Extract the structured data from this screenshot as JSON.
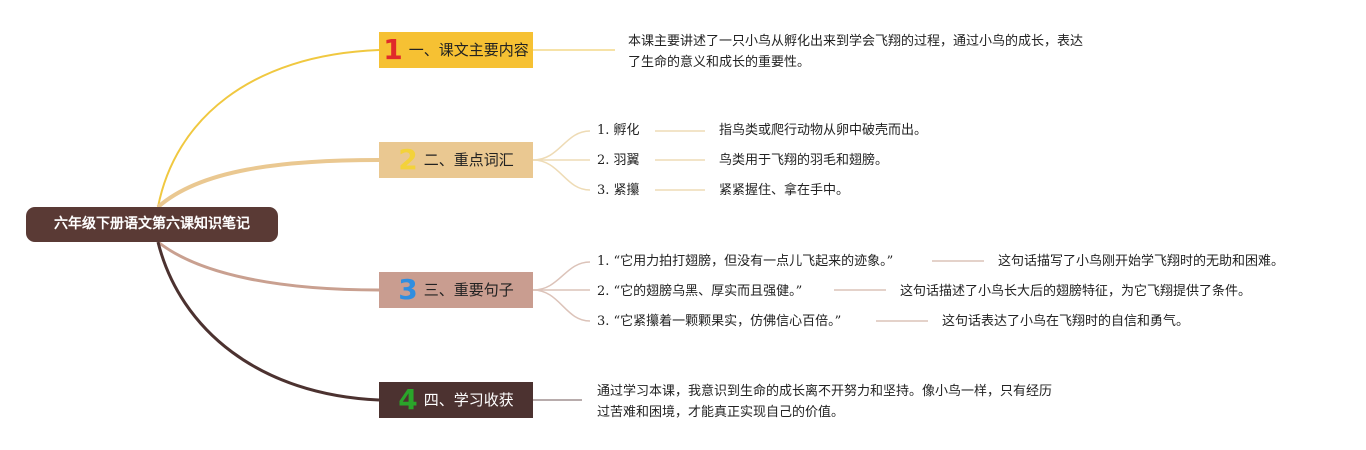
{
  "root": {
    "label": "六年级下册语文第六课知识笔记"
  },
  "branches": [
    {
      "num": "1",
      "label": "一、课文主要内容",
      "detail_line1": "本课主要讲述了一只小鸟从孵化出来到学会飞翔的过程，通过小鸟的成长，表达",
      "detail_line2": "了生命的意义和成长的重要性。"
    },
    {
      "num": "2",
      "label": "二、重点词汇",
      "items": [
        {
          "term": "1. 孵化",
          "desc": "指鸟类或爬行动物从卵中破壳而出。"
        },
        {
          "term": "2. 羽翼",
          "desc": "鸟类用于飞翔的羽毛和翅膀。"
        },
        {
          "term": "3. 紧攥",
          "desc": "紧紧握住、拿在手中。"
        }
      ]
    },
    {
      "num": "3",
      "label": "三、重要句子",
      "items": [
        {
          "term": "1. “它用力拍打翅膀，但没有一点儿飞起来的迹象。”",
          "desc": "这句话描写了小鸟刚开始学飞翔时的无助和困难。"
        },
        {
          "term": "2. “它的翅膀乌黑、厚实而且强健。”",
          "desc": "这句话描述了小鸟长大后的翅膀特征，为它飞翔提供了条件。"
        },
        {
          "term": "3. “它紧攥着一颗颗果实，仿佛信心百倍。”",
          "desc": "这句话表达了小鸟在飞翔时的自信和勇气。"
        }
      ]
    },
    {
      "num": "4",
      "label": "四、学习收获",
      "detail_line1": "通过学习本课，我意识到生命的成长离不开努力和坚持。像小鸟一样，只有经历",
      "detail_line2": "过苦难和困境，才能真正实现自己的价值。"
    }
  ],
  "colors": {
    "root": "#5a3a35",
    "branch1": "#f6c133",
    "branch2": "#eac891",
    "branch3": "#c99d90",
    "branch4": "#4c3230"
  }
}
